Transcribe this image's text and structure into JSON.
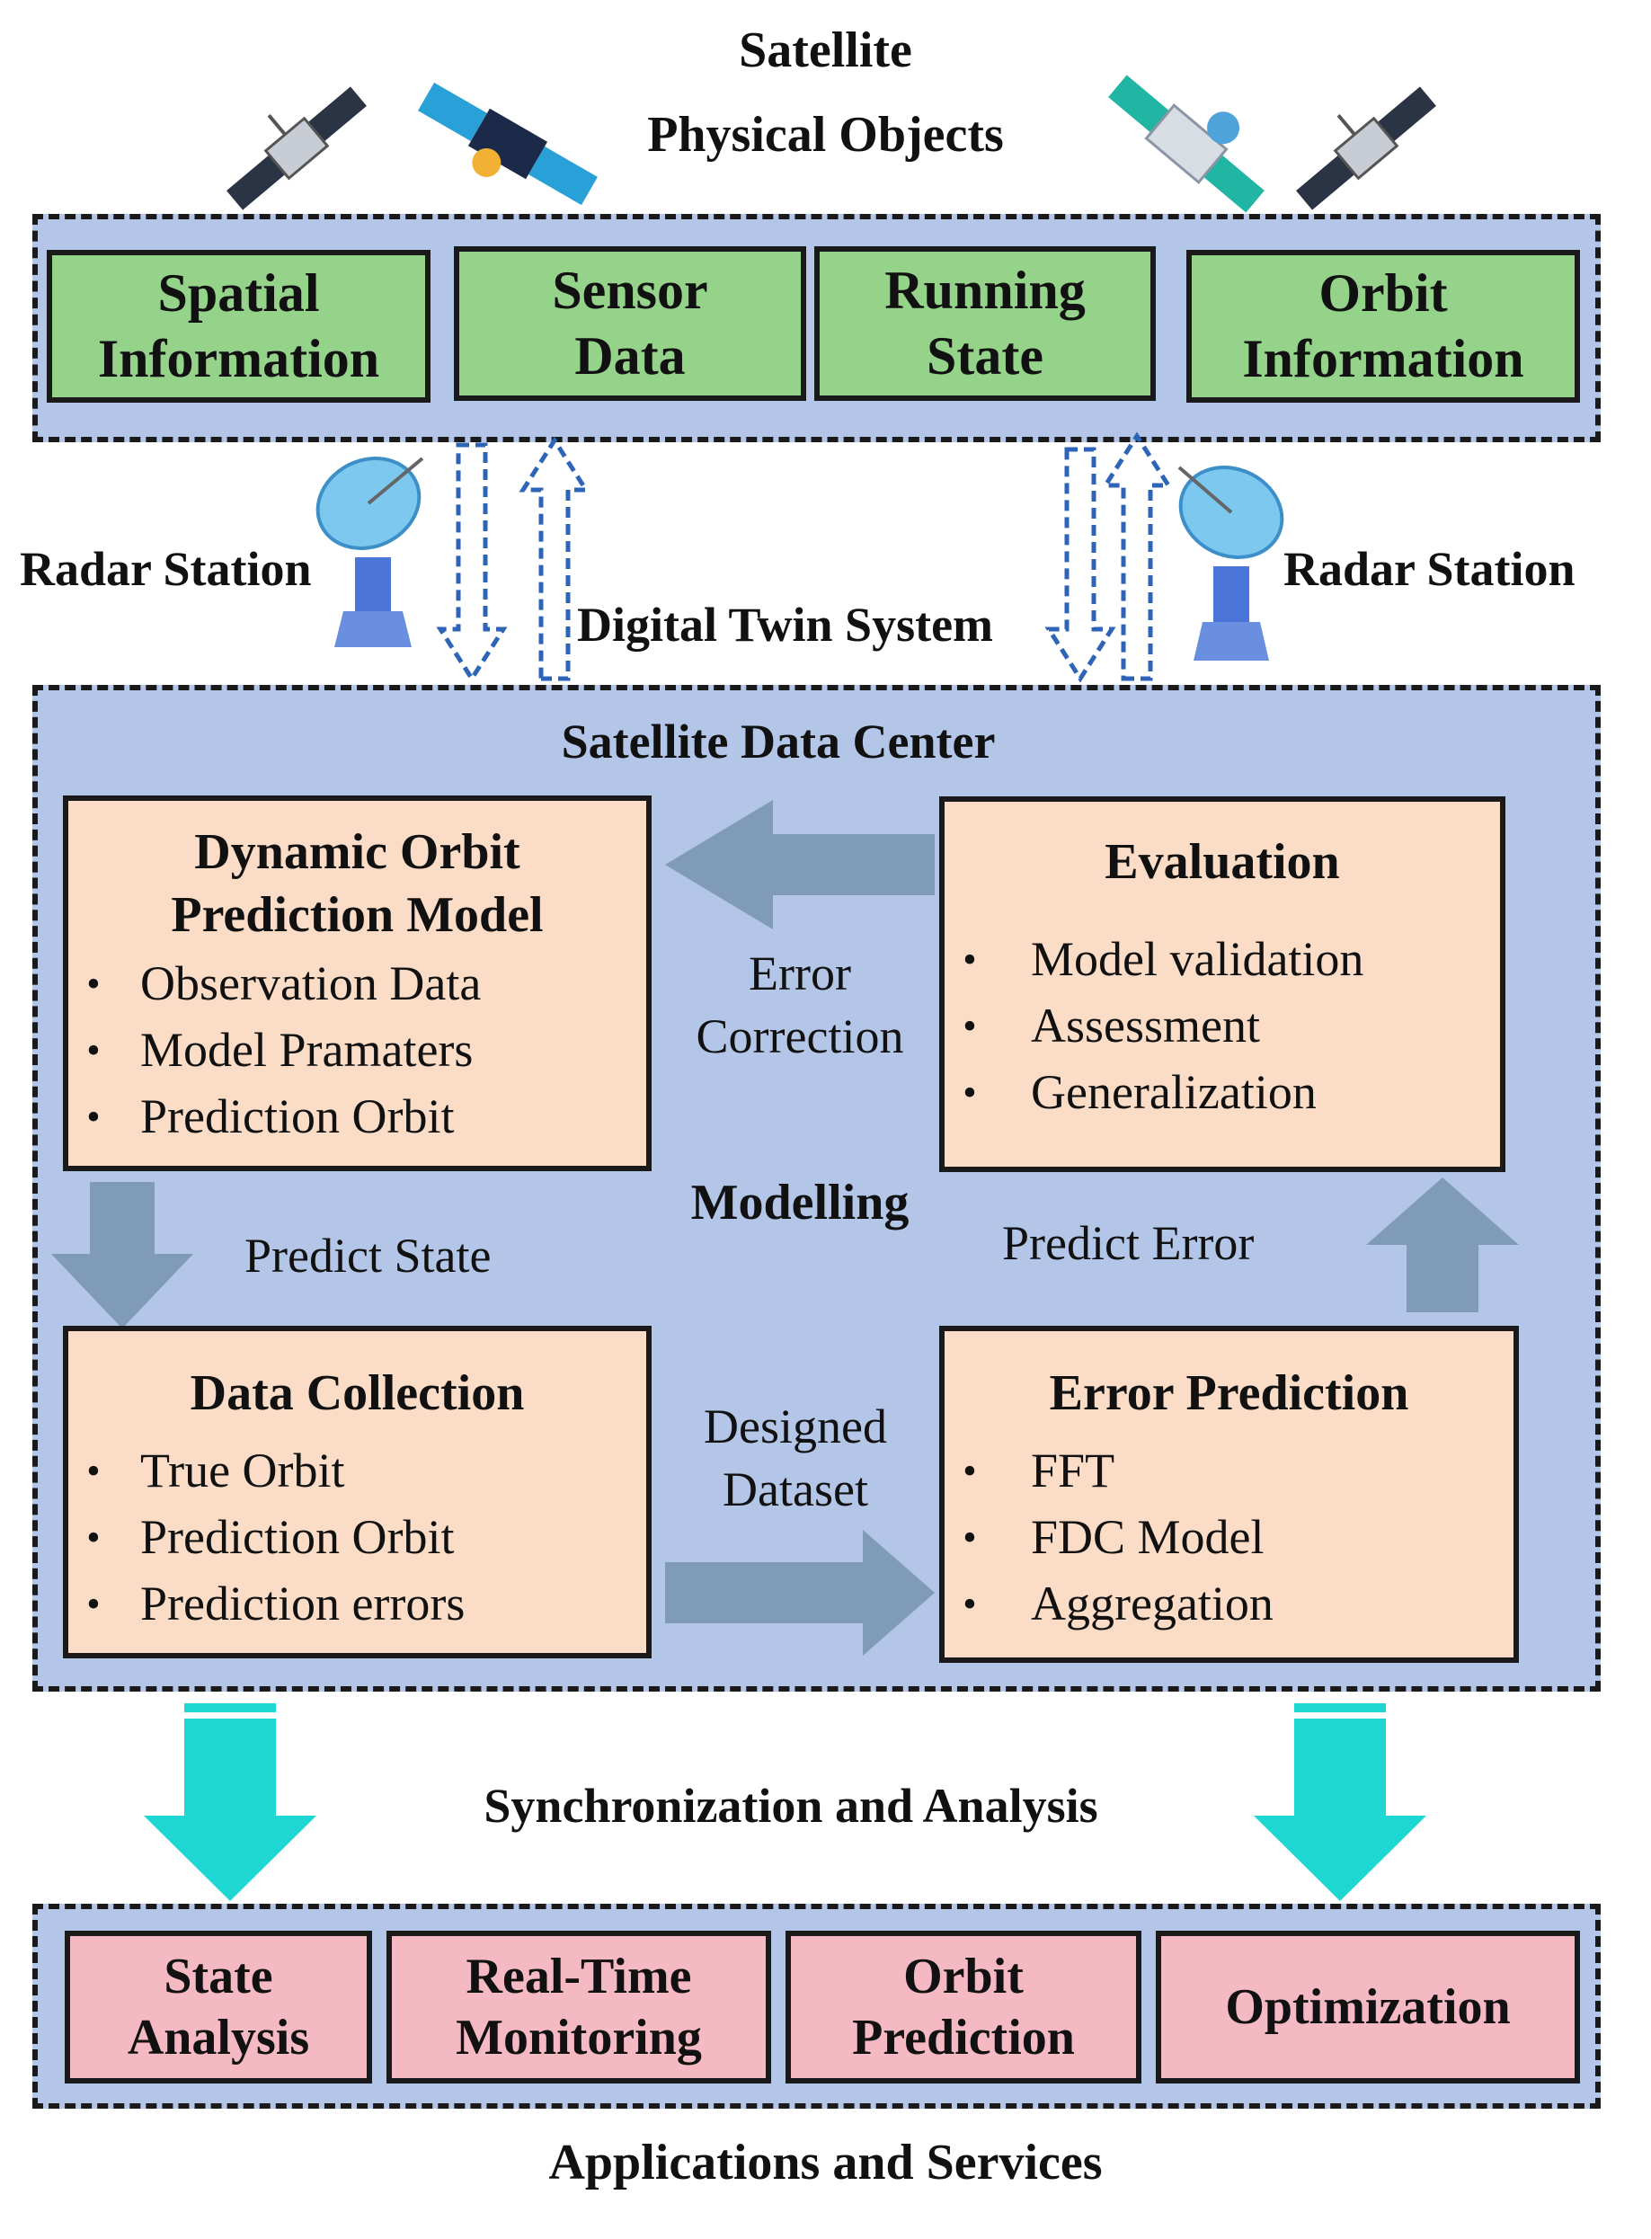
{
  "header": {
    "title_line1": "Satellite",
    "title_line2": "Physical Objects"
  },
  "icons": [
    "satellite-icon",
    "satellite-icon",
    "satellite-icon",
    "satellite-icon",
    "radar-dish-icon",
    "radar-dish-icon"
  ],
  "physical_boxes": [
    {
      "line1": "Spatial",
      "line2": "Information"
    },
    {
      "line1": "Sensor",
      "line2": "Data"
    },
    {
      "line1": "Running",
      "line2": "State"
    },
    {
      "line1": "Orbit",
      "line2": "Information"
    }
  ],
  "radar_left": "Radar Station",
  "radar_right": "Radar Station",
  "digital_twin": "Digital Twin System",
  "data_center": {
    "title": "Satellite Data Center",
    "modelling": "Modelling",
    "dynamic_model": {
      "title_line1": "Dynamic Orbit",
      "title_line2": "Prediction Model",
      "items": [
        "Observation Data",
        "Model Pramaters",
        "Prediction Orbit"
      ]
    },
    "evaluation": {
      "title": "Evaluation",
      "items": [
        "Model validation",
        "Assessment",
        "Generalization"
      ]
    },
    "data_collection": {
      "title": "Data Collection",
      "items": [
        "True Orbit",
        "Prediction Orbit",
        "Prediction errors"
      ]
    },
    "error_prediction": {
      "title": "Error Prediction",
      "items": [
        "FFT",
        "FDC Model",
        "Aggregation"
      ]
    },
    "error_correction_line1": "Error",
    "error_correction_line2": "Correction",
    "predict_state": "Predict State",
    "predict_error": "Predict Error",
    "designed_line1": "Designed",
    "designed_line2": "Dataset"
  },
  "sync_label": "Synchronization and Analysis",
  "app_boxes": [
    {
      "line1": "State",
      "line2": "Analysis"
    },
    {
      "line1": "Real-Time",
      "line2": "Monitoring"
    },
    {
      "line1": "Orbit",
      "line2": "Prediction"
    },
    {
      "line1": "Optimization",
      "line2": ""
    }
  ],
  "footer": "Applications and Services",
  "colors": {
    "region": "#b3c6e7",
    "green_box": "#95d38b",
    "panel": "#fbdcc7",
    "app_box": "#f5b9c3",
    "flow_arrow": "#7f9bb5",
    "sync_arrow": "#1ed6d2",
    "link_arrow": "#2e64b8"
  }
}
